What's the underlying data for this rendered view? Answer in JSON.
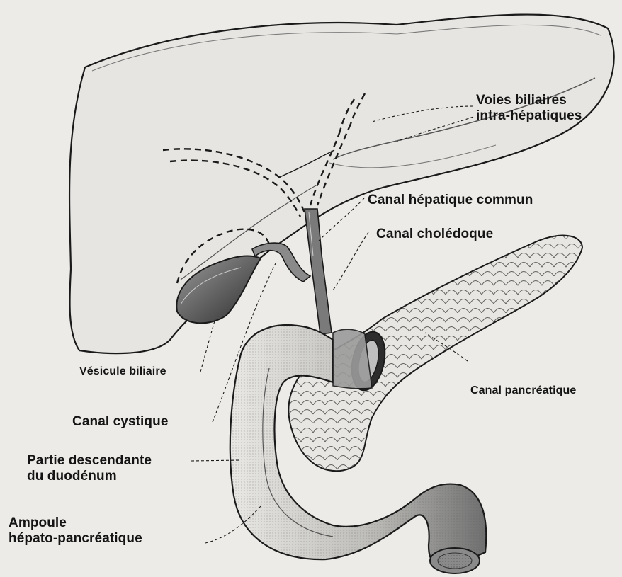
{
  "labels": {
    "voies_biliaires": [
      "Voies biliaires",
      "intra-hépatiques"
    ],
    "canal_hepatique_commun": "Canal hépatique commun",
    "canal_choledoque": "Canal cholédoque",
    "vesicule_biliaire": "Vésicule biliaire",
    "canal_pancreatique": "Canal pancréatique",
    "canal_cystique": "Canal cystique",
    "partie_descendante": [
      "Partie descendante",
      "du duodénum"
    ],
    "ampoule": [
      "Ampoule",
      "hépato-pancréatique"
    ]
  },
  "colors": {
    "background": "#ecebe7",
    "outline": "#1a1a1a",
    "shading": "#6e6e6e"
  }
}
